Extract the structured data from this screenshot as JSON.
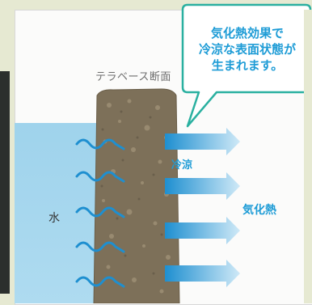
{
  "diagram": {
    "section_label": "テラベース断面",
    "water_label": "水",
    "cooling_label": "冷涼",
    "heat_label": "気化熱",
    "callout_lines": [
      "気化熱効果で",
      "冷涼な表面状態が",
      "生まれます。"
    ]
  },
  "colors": {
    "accent": "#1e9cd6",
    "water": "#a9d8ef",
    "terra": "#7d7059",
    "callout_border": "#2ab0a0",
    "background": "#e6e9d2"
  }
}
